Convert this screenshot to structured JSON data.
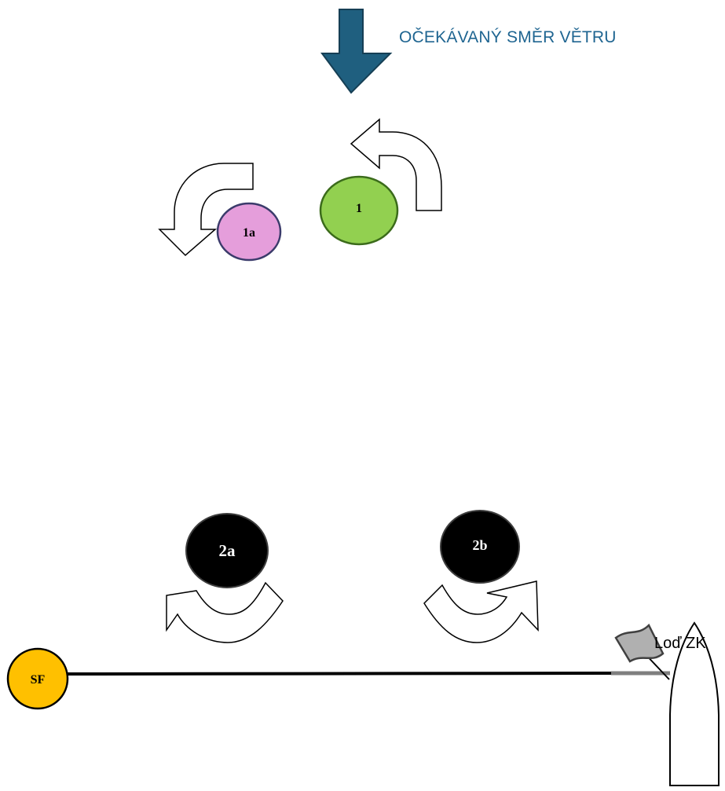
{
  "wind": {
    "label": "OČEKÁVANÝ SMĚR VĚTRU",
    "arrow_color": "#1f5f7f"
  },
  "marks": [
    {
      "id": "1",
      "label": "1",
      "fill": "#92d050",
      "text_color": "#000000"
    },
    {
      "id": "1a",
      "label": "1a",
      "fill": "#e59edb",
      "text_color": "#000000"
    },
    {
      "id": "2a",
      "label": "2a",
      "fill": "#000000",
      "text_color": "#ffffff"
    },
    {
      "id": "2b",
      "label": "2b",
      "fill": "#000000",
      "text_color": "#ffffff"
    },
    {
      "id": "sf",
      "label": "SF",
      "fill": "#ffc000",
      "text_color": "#000000"
    }
  ],
  "committee_boat": {
    "label": "Loď ZK",
    "flag_color": "#b0b0b0"
  }
}
